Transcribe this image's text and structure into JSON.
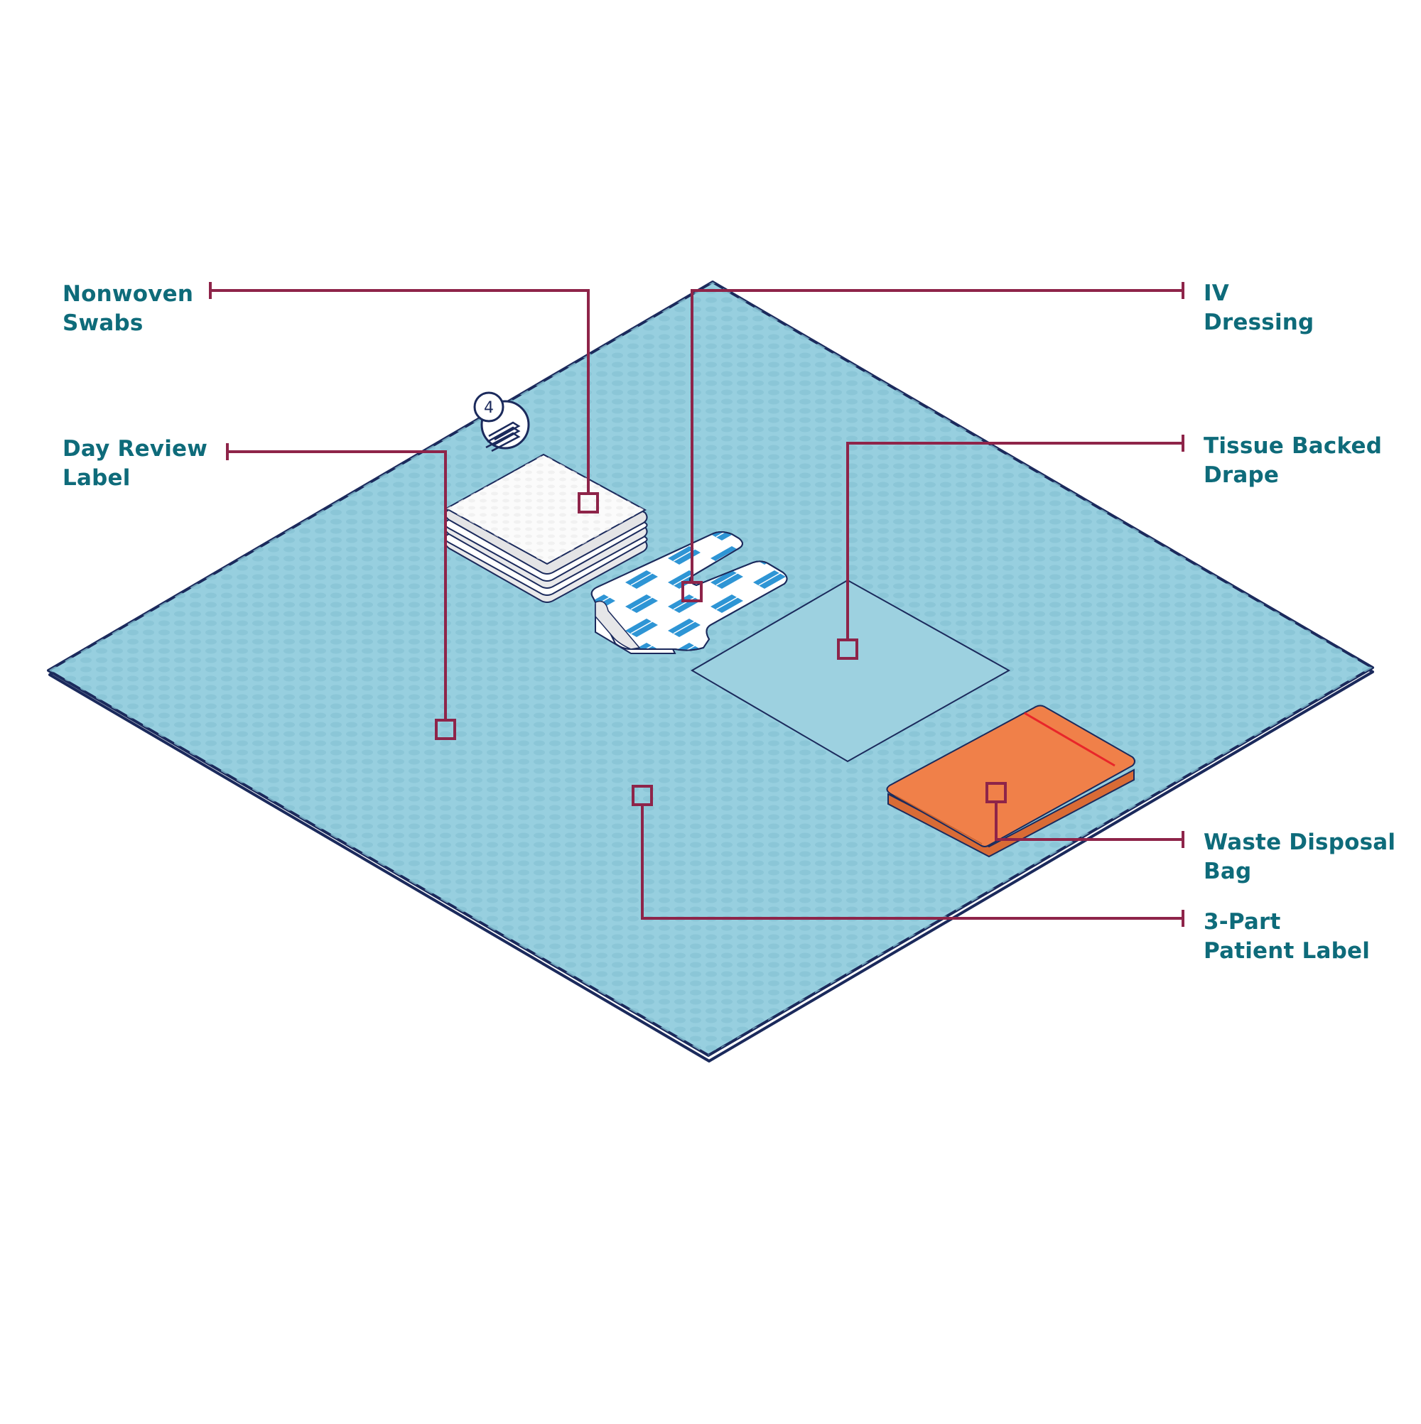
{
  "diagram": {
    "title": "Dressing pack contents",
    "colors": {
      "label_text": "#0e6b7a",
      "callout_line": "#8e2449",
      "outline": "#1b2a5c",
      "sheet_fill": "#97cfdf",
      "sheet_pattern": "#86c2d4",
      "drape_fill": "#9dd1e0",
      "swab_fill": "#f7f7f7",
      "dressing_blue": "#2e95d5",
      "bag_fill": "#f08049",
      "bag_shade": "#d96b35",
      "bag_stripe": "#e8262a"
    },
    "badge": {
      "count": "4",
      "icon": "stacked-swabs-icon"
    },
    "callouts": [
      {
        "id": "nonwoven-swabs",
        "lines": [
          "Nonwoven",
          "Swabs"
        ],
        "side": "left"
      },
      {
        "id": "day-review-label",
        "lines": [
          "Day Review",
          "Label"
        ],
        "side": "left"
      },
      {
        "id": "iv-dressing",
        "lines": [
          "IV",
          "Dressing"
        ],
        "side": "right"
      },
      {
        "id": "tissue-backed-drape",
        "lines": [
          "Tissue Backed",
          "Drape"
        ],
        "side": "right"
      },
      {
        "id": "waste-disposal-bag",
        "lines": [
          "Waste Disposal",
          "Bag"
        ],
        "side": "right"
      },
      {
        "id": "three-part-patient-label",
        "lines": [
          "3-Part",
          "Patient Label"
        ],
        "side": "right"
      }
    ]
  }
}
